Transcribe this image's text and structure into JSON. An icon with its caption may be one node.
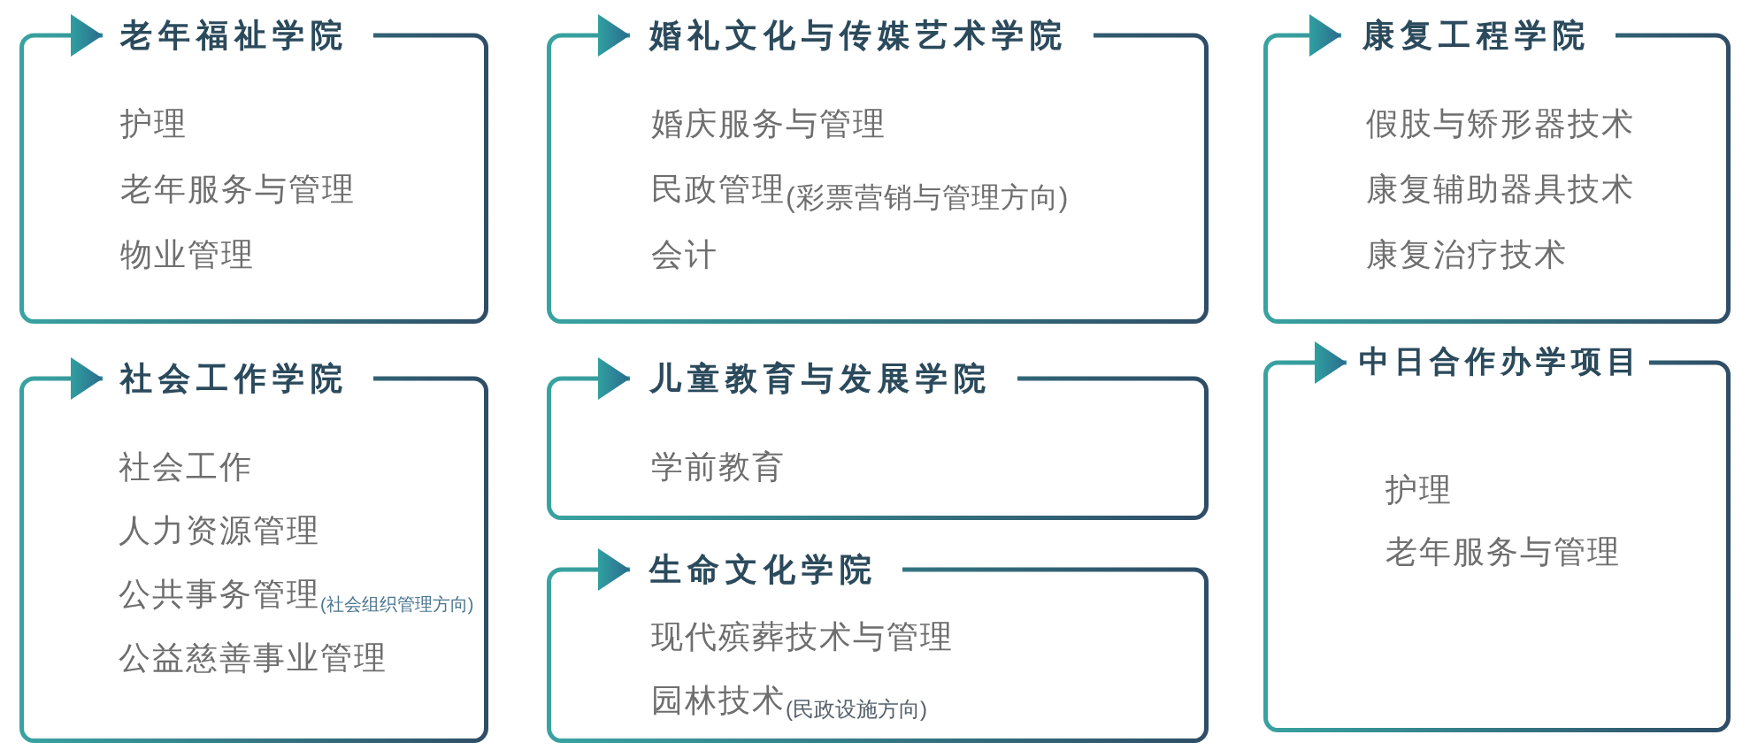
{
  "diagram": {
    "nodes": [
      {
        "text": [
          "老年福祉学院",
          "护理",
          "老年服务与管理",
          "物业管理"
        ]
      },
      {
        "text": [
          "婚礼文化与传媒艺术学院",
          "婚庆服务与管理",
          "民政管理$_{(彩票营销与管理方向)}$",
          "会计"
        ]
      },
      {
        "text": [
          "康复工程学院",
          "假肢与矫形器技术",
          "康复辅助器具技术",
          "康复治疗技术"
        ]
      },
      {
        "text": [
          "社会工作学院",
          "社会工作",
          "人力资源管理",
          "公共事务管理$_{(社会组织管理方向)}$",
          "公益慈善事业管理"
        ]
      },
      {
        "text": [
          "儿童教育与发展学院",
          "学前教育"
        ]
      },
      {
        "text": [
          "生命文化学院",
          "现代殡葬技术与管理",
          "园林技术$_{(民政设施方向)}$"
        ]
      },
      {
        "text": [
          "中日合作办学项目",
          "护理",
          "老年服务与管理"
        ]
      }
    ]
  }
}
